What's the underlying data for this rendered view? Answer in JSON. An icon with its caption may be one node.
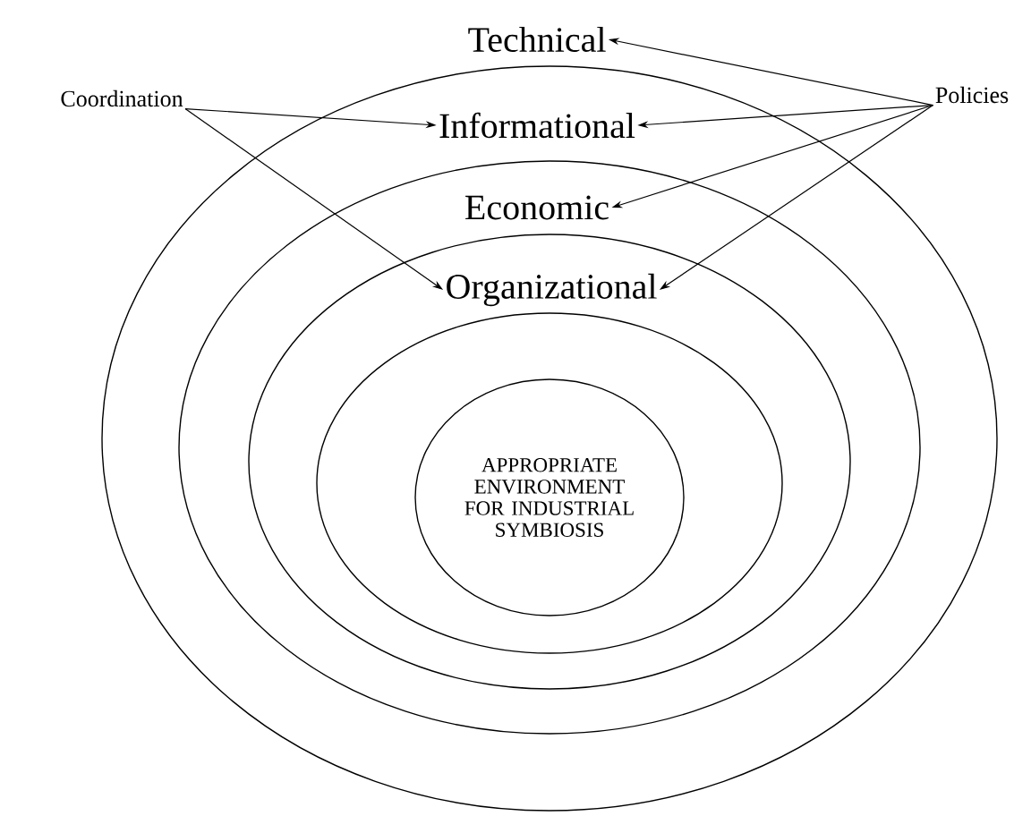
{
  "diagram": {
    "nodes": [
      {
        "text": [
          "Technical"
        ]
      },
      {
        "text": [
          "Informational"
        ],
        "in": 0
      },
      {
        "text": [
          "Economic"
        ],
        "in": 1
      },
      {
        "text": [
          "Organizational"
        ],
        "in": 2
      },
      {
        "text": [
          "APPROPRIATE ENVIRONMENT FOR INDUSTRIAL SYMBIOSIS"
        ],
        "in": 3
      },
      {
        "text": [
          "Coordination"
        ]
      },
      {
        "text": [
          "Policies"
        ]
      }
    ],
    "edges": [
      {
        "from": 5,
        "to": 1,
        "arrow": "to"
      },
      {
        "from": 5,
        "to": 3,
        "arrow": "to"
      },
      {
        "from": 6,
        "to": 0,
        "arrow": "to"
      },
      {
        "from": 6,
        "to": 1,
        "arrow": "to"
      },
      {
        "from": 6,
        "to": 2,
        "arrow": "to"
      },
      {
        "from": 6,
        "to": 3,
        "arrow": "to"
      }
    ]
  }
}
